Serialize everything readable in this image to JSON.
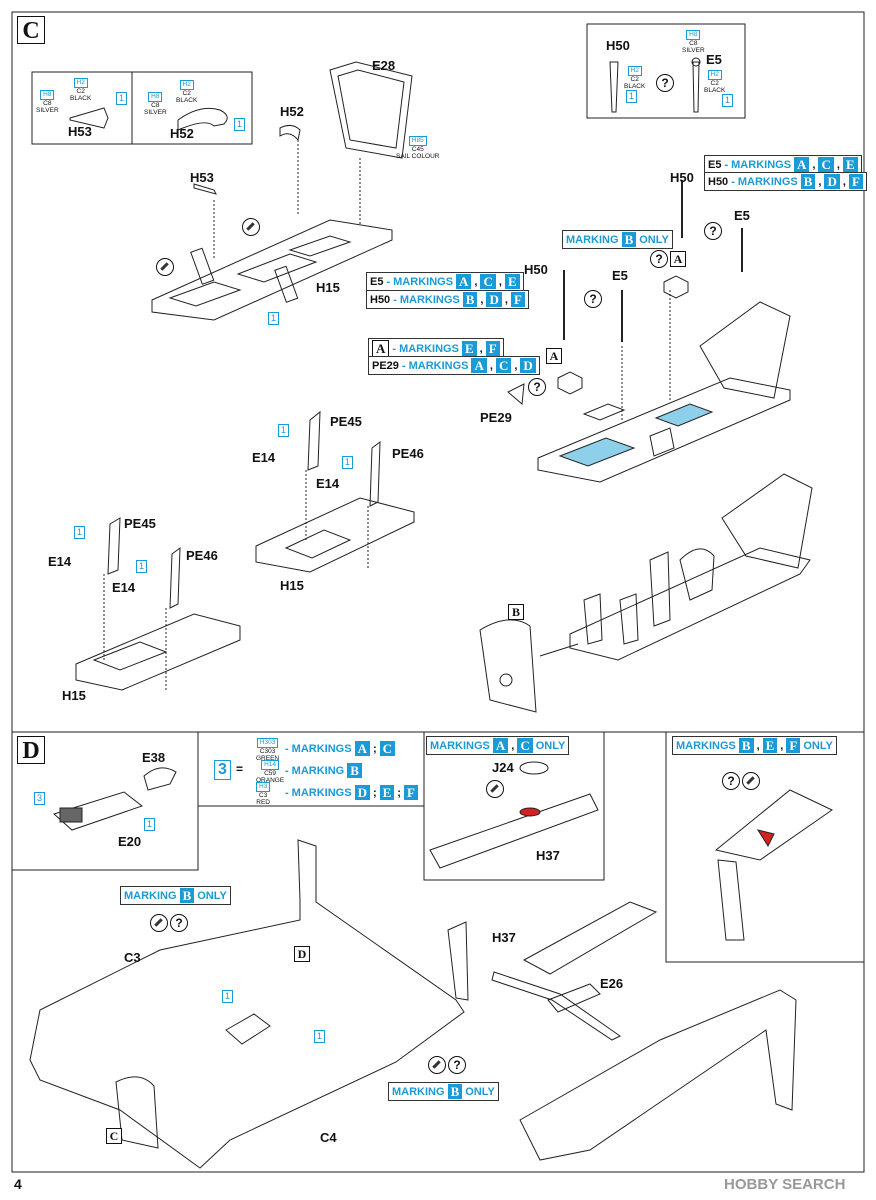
{
  "page_number": "4",
  "watermark": "HOBBY SEARCH",
  "colors": {
    "accent": "#1a9ad6",
    "line": "#222222",
    "highlight": "#8ecfea",
    "red": "#d22222"
  },
  "section_c": {
    "label": "C",
    "inset_paint": {
      "h53_label": "H53",
      "h52_label": "H52",
      "h8_code": "H8",
      "c8_code": "C8",
      "silver": "SILVER",
      "h2_code": "H2",
      "c2_code": "C2",
      "black": "BLACK",
      "num1": "1"
    },
    "inset_h50_e5": {
      "h50": "H50",
      "e5": "E5",
      "q": "?",
      "h8_code": "H8",
      "c8_code": "C8",
      "silver": "SILVER",
      "h2_code": "H2",
      "c2_code": "C2",
      "black": "BLACK",
      "num1": "1"
    },
    "parts": {
      "e28": "E28",
      "h52": "H52",
      "h53": "H53",
      "h15a": "H15",
      "h50a": "H50",
      "e5a": "E5",
      "h50b": "H50",
      "e5b": "E5",
      "pe29": "PE29",
      "pe45a": "PE45",
      "pe46a": "PE46",
      "e14a": "E14",
      "e14b": "E14",
      "h15b": "H15",
      "pe45b": "PE45",
      "pe46b": "PE46",
      "e14c": "E14",
      "e14d": "E14",
      "h15c": "H15",
      "num1": "1",
      "a": "A",
      "b": "B",
      "q": "?"
    },
    "sail_paint": {
      "h85": "H85",
      "c45": "C45",
      "sail": "SAIL COLOUR"
    },
    "marking_b_only": {
      "text": "MARKING",
      "letter": "B",
      "only": "ONLY"
    },
    "e5_markings_top": {
      "part": "E5",
      "dash": "-",
      "text": "MARKINGS",
      "l1": "A",
      "l2": "C",
      "l3": "E"
    },
    "h50_markings_top": {
      "part": "H50",
      "dash": "-",
      "text": "MARKINGS",
      "l1": "B",
      "l2": "D",
      "l3": "F"
    },
    "e5_markings_mid": {
      "part": "E5",
      "dash": "-",
      "text": "MARKINGS",
      "l1": "A",
      "l2": "C",
      "l3": "E"
    },
    "h50_markings_mid": {
      "part": "H50",
      "dash": "-",
      "text": "MARKINGS",
      "l1": "B",
      "l2": "D",
      "l3": "F"
    },
    "a_markings": {
      "part": "A",
      "dash": "-",
      "text": "MARKINGS",
      "l1": "E",
      "l2": "F"
    },
    "pe29_markings": {
      "part": "PE29",
      "dash": "-",
      "text": "MARKINGS",
      "l1": "A",
      "l2": "C",
      "l3": "D"
    }
  },
  "section_d": {
    "label": "D",
    "paint_legend": {
      "num": "3",
      "eq": "=",
      "rows": [
        {
          "hcode": "H303",
          "ccode": "C303",
          "name": "GREEN",
          "dash": "-",
          "text": "MARKINGS",
          "letters": [
            "A",
            "C"
          ]
        },
        {
          "hcode": "H14",
          "ccode": "C59",
          "name": "ORANGE",
          "dash": "-",
          "text": "MARKING",
          "letters": [
            "B"
          ]
        },
        {
          "hcode": "H3",
          "ccode": "C3",
          "name": "RED",
          "dash": "-",
          "text": "MARKINGS",
          "letters": [
            "D",
            "E",
            "F"
          ]
        }
      ]
    },
    "inset_e38": {
      "e38": "E38",
      "e20": "E20",
      "num3": "3",
      "num1": "1"
    },
    "inset_ac": {
      "text": "MARKINGS",
      "l1": "A",
      "l2": "C",
      "only": "ONLY",
      "j24": "J24",
      "h37": "H37"
    },
    "inset_bef": {
      "text": "MARKINGS",
      "l1": "B",
      "l2": "E",
      "l3": "F",
      "only": "ONLY"
    },
    "marking_b_only_1": {
      "text": "MARKING",
      "letter": "B",
      "only": "ONLY"
    },
    "marking_b_only_2": {
      "text": "MARKING",
      "letter": "B",
      "only": "ONLY"
    },
    "parts": {
      "c3": "C3",
      "c4": "C4",
      "h37": "H37",
      "e26": "E26",
      "d": "D",
      "c": "C",
      "num1": "1",
      "q": "?"
    }
  }
}
